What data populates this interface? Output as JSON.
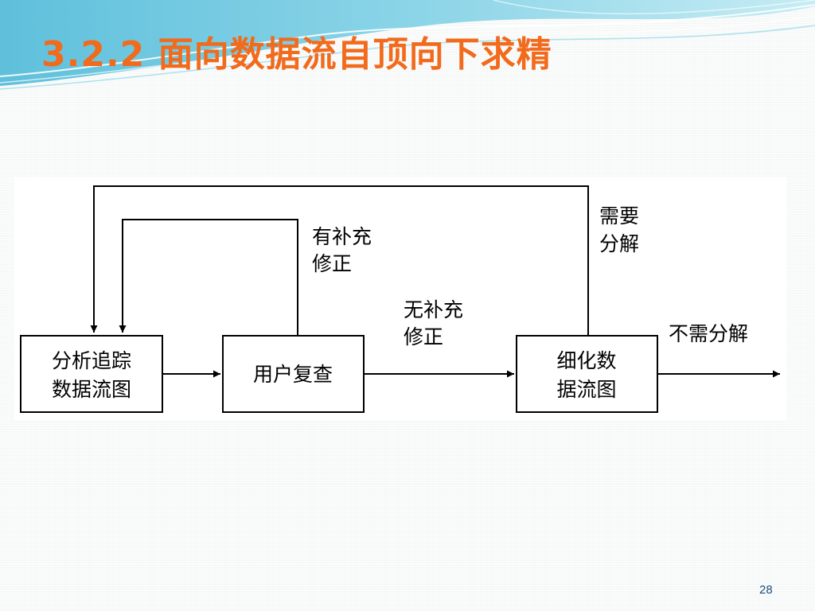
{
  "slide": {
    "title": "3.2.2 面向数据流自顶向下求精",
    "page_number": "28"
  },
  "diagram": {
    "nodes": {
      "analyze": [
        "分析追踪",
        "数据流图"
      ],
      "review": [
        "用户复查"
      ],
      "refine": [
        "细化数",
        "据流图"
      ]
    },
    "labels": {
      "supplement": [
        "有补充",
        "修正"
      ],
      "need_decompose": [
        "需要",
        "分解"
      ],
      "no_supplement": [
        "无补充",
        "修正"
      ],
      "no_decompose": [
        "不需分解"
      ]
    }
  }
}
